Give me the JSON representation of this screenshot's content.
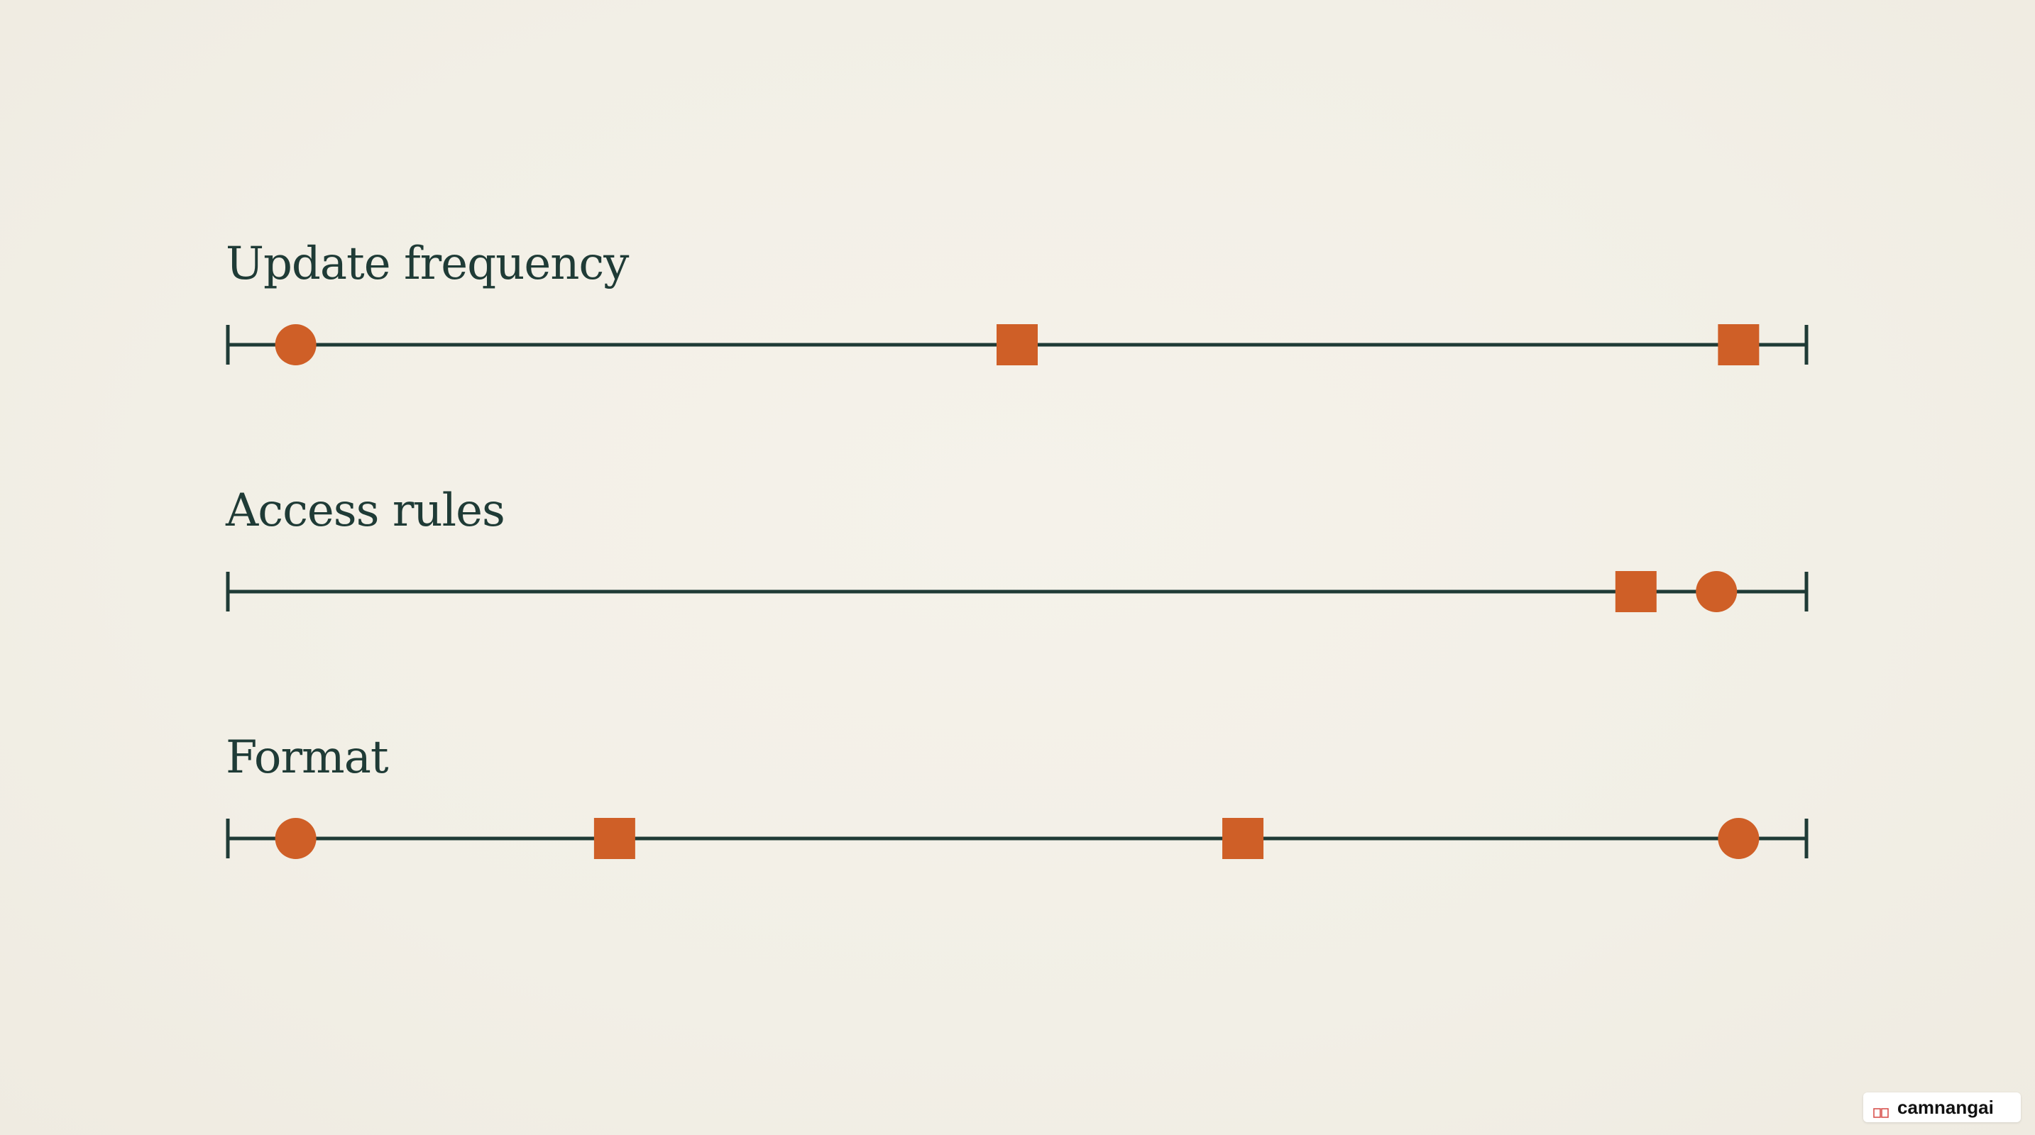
{
  "colors": {
    "background": "#f3f0e7",
    "line": "#1f3b36",
    "marker": "#cf5f27",
    "label": "#1f3b36"
  },
  "rows": [
    {
      "label": "Update frequency",
      "markers": [
        {
          "shape": "circle",
          "position": 0.043
        },
        {
          "shape": "square",
          "position": 0.5
        },
        {
          "shape": "square",
          "position": 0.957
        }
      ]
    },
    {
      "label": "Access rules",
      "markers": [
        {
          "shape": "square",
          "position": 0.892
        },
        {
          "shape": "circle",
          "position": 0.943
        }
      ]
    },
    {
      "label": "Format",
      "markers": [
        {
          "shape": "circle",
          "position": 0.043
        },
        {
          "shape": "square",
          "position": 0.245
        },
        {
          "shape": "square",
          "position": 0.643
        },
        {
          "shape": "circle",
          "position": 0.957
        }
      ]
    }
  ],
  "watermark": {
    "text": "camnangai",
    "icon": "book-icon"
  }
}
